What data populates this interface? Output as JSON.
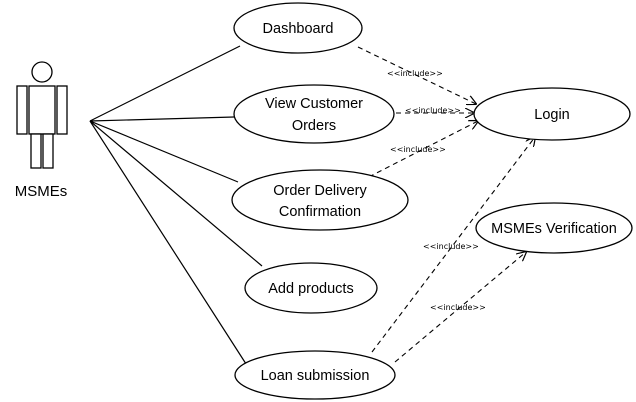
{
  "actor": {
    "name": "MSMEs"
  },
  "use_cases": {
    "dashboard": {
      "label": "Dashboard"
    },
    "view_orders": {
      "line1": "View Customer",
      "line2": "Orders"
    },
    "order_delivery": {
      "line1": "Order Delivery",
      "line2": "Confirmation"
    },
    "add_products": {
      "label": "Add products"
    },
    "loan_submission": {
      "label": "Loan submission"
    },
    "login": {
      "label": "Login"
    },
    "msme_verification": {
      "label": "MSMEs Verification"
    }
  },
  "relations": {
    "include_label": "<<include>>"
  }
}
